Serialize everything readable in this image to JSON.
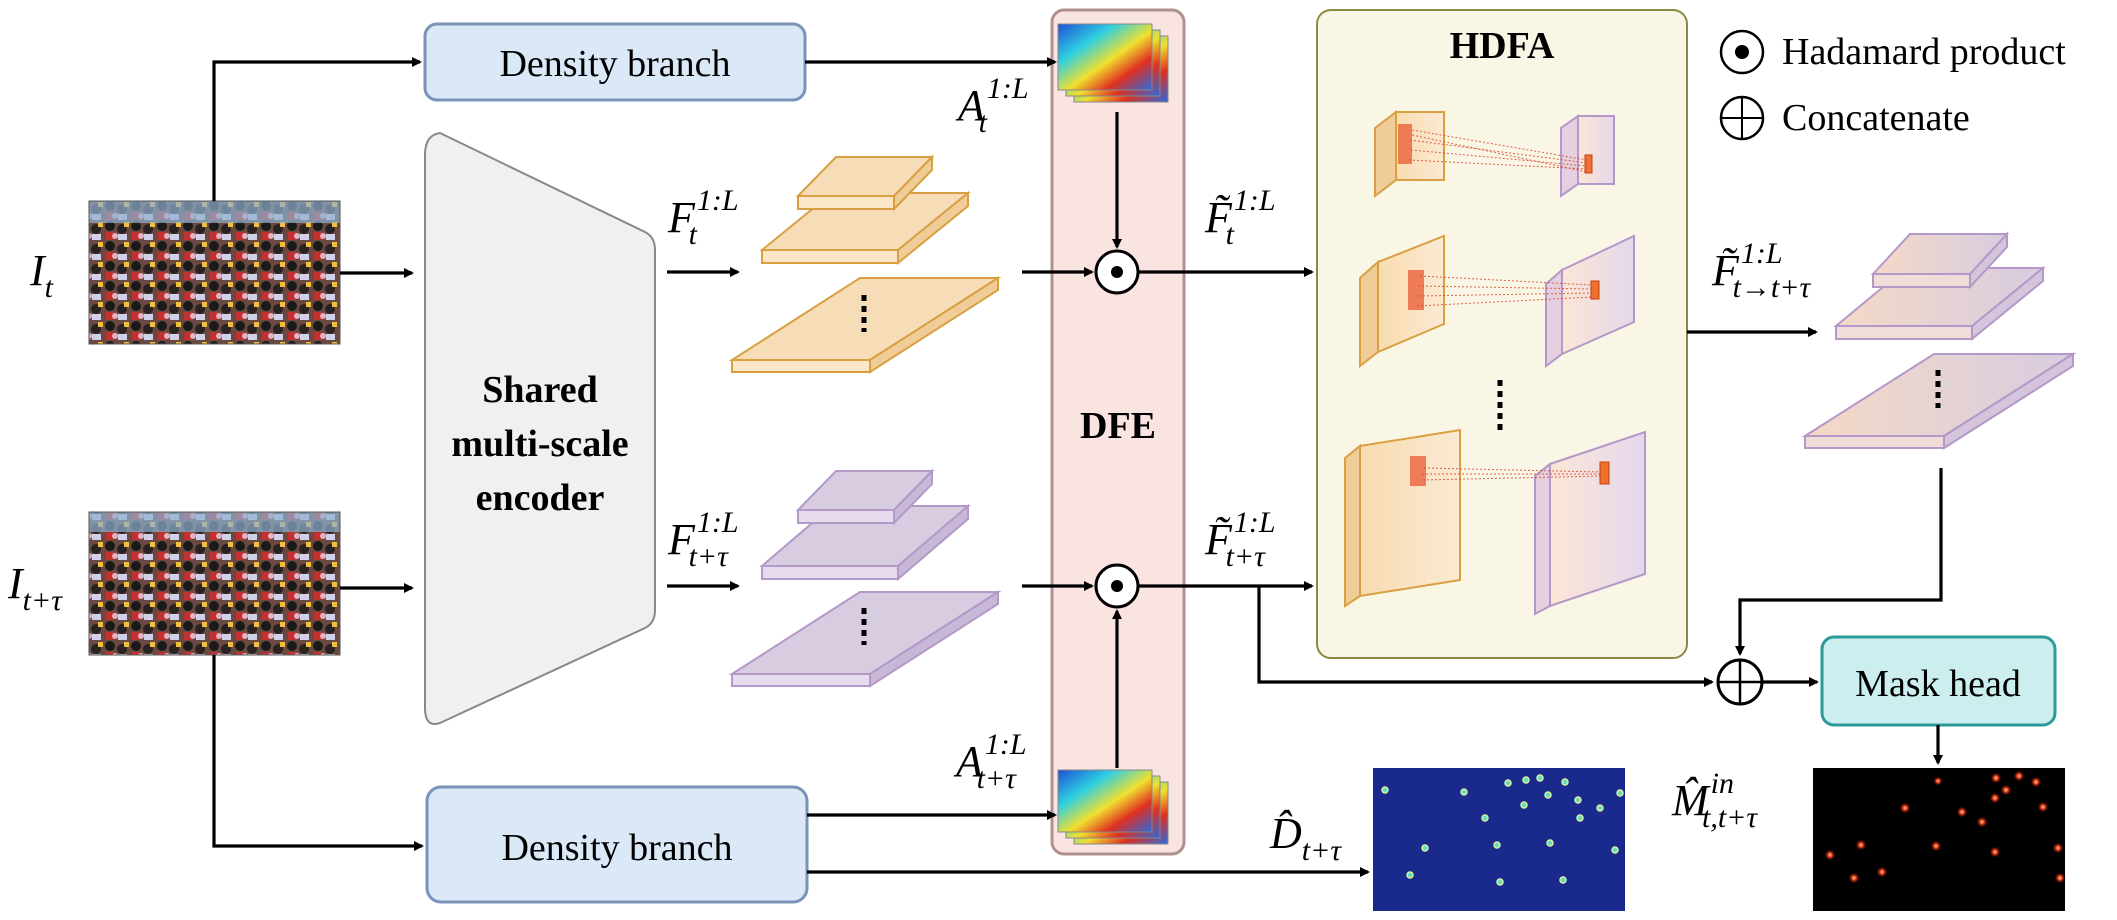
{
  "diagram": {
    "density_branch_top": {
      "label": "Density branch"
    },
    "density_branch_bottom": {
      "label": "Density branch"
    },
    "encoder": {
      "label_lines": [
        "Shared",
        "multi-scale",
        "encoder"
      ]
    },
    "dfe": {
      "label": "DFE"
    },
    "hdfa": {
      "label": "HDFA"
    },
    "mask_head": {
      "label": "Mask head"
    },
    "legend": {
      "hadamard": "Hadamard product",
      "concatenate": "Concatenate"
    },
    "inputs": {
      "it": {
        "base": "I",
        "sub": "t"
      },
      "it_tau": {
        "base": "I",
        "sub": "t+τ"
      }
    },
    "features": {
      "ft": {
        "base": "F",
        "sub": "t",
        "sup": "1:L"
      },
      "ft_tau": {
        "base": "F",
        "sub": "t+τ",
        "sup": "1:L"
      },
      "ft_tilde": {
        "base": "F̃",
        "sub": "t",
        "sup": "1:L"
      },
      "ft_tau_tilde": {
        "base": "F̃",
        "sub": "t+τ",
        "sup": "1:L"
      },
      "ft_warp": {
        "base": "F̃",
        "sub": "t→t+τ",
        "sup": "1:L"
      },
      "at": {
        "base": "A",
        "sub": "t",
        "sup": "1:L"
      },
      "at_tau": {
        "base": "A",
        "sub": "t+τ",
        "sup": "1:L"
      },
      "d_hat": {
        "base": "D̂",
        "sub": "t+τ"
      },
      "m_hat": {
        "base": "M̂",
        "sub": "t,t+τ",
        "sup": "in"
      }
    },
    "colors": {
      "branch_fill": "#dae8f8",
      "branch_stroke": "#7a93b8",
      "encoder_fill": "#f0f0f0",
      "dfe_fill": "#f9e4e2",
      "dfe_stroke": "#b09090",
      "hdfa_fill": "#f9f6e6",
      "hdfa_stroke": "#8a8a40",
      "mask_fill": "#cdeeee",
      "mask_stroke": "#2a9a9a",
      "orange_fill": "#f7dcb8",
      "orange_stroke": "#d8a040",
      "purple_fill": "#d8cce0",
      "purple_stroke": "#b498c8"
    }
  }
}
